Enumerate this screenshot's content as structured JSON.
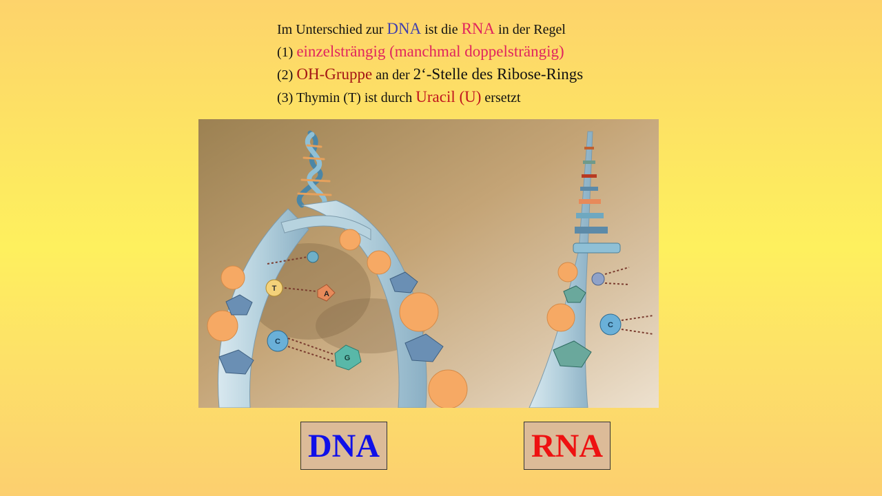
{
  "lines": [
    [
      {
        "t": "Im Unterschied zur ",
        "c": ""
      },
      {
        "t": "DNA",
        "c": "blue big"
      },
      {
        "t": " ist die ",
        "c": ""
      },
      {
        "t": "RNA",
        "c": "pink big"
      },
      {
        "t": " in der Regel",
        "c": ""
      }
    ],
    [
      {
        "t": "(1) ",
        "c": ""
      },
      {
        "t": "einzelsträngig (manchmal doppelsträngig)",
        "c": "pink big"
      }
    ],
    [
      {
        "t": "(2) ",
        "c": ""
      },
      {
        "t": "OH-Gruppe",
        "c": "darkred big"
      },
      {
        "t": " an der ",
        "c": ""
      },
      {
        "t": "2‘-Stelle des Ribose-Rings",
        "c": "big"
      }
    ],
    [
      {
        "t": "(3) Thymin (T) ist durch ",
        "c": ""
      },
      {
        "t": "Uracil (U)",
        "c": "red big"
      },
      {
        "t": " ersetzt",
        "c": ""
      }
    ]
  ],
  "labels": {
    "dna": "DNA",
    "rna": "RNA"
  },
  "illustration": {
    "nucleotide_letters": [
      "T",
      "A",
      "G",
      "C",
      "C"
    ]
  },
  "colors": {
    "dna_label": "#1010e8",
    "rna_label": "#ee1111",
    "label_box": "#dcbb98",
    "phosphate": "#f6a964",
    "sugar": "#6a8fb4"
  }
}
